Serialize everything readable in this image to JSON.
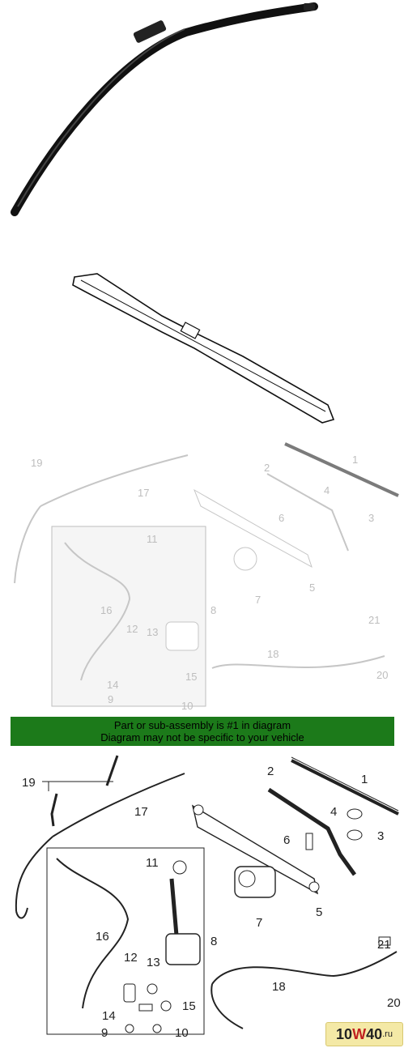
{
  "banner": {
    "line1": "Part or sub-assembly is #1 in diagram",
    "line2": "Diagram may not be specific to your vehicle"
  },
  "callouts": [
    "1",
    "2",
    "3",
    "4",
    "5",
    "6",
    "7",
    "8",
    "9",
    "10",
    "11",
    "12",
    "13",
    "14",
    "15",
    "16",
    "17",
    "18",
    "19",
    "20",
    "21"
  ],
  "watermark": {
    "prefix": "10",
    "w": "W",
    "suffix": "40",
    "tld": ".ru"
  },
  "colors": {
    "banner": "#1c7a1a",
    "line": "#222222",
    "highlight_box": "#eeeeee",
    "dim": "#999999"
  }
}
